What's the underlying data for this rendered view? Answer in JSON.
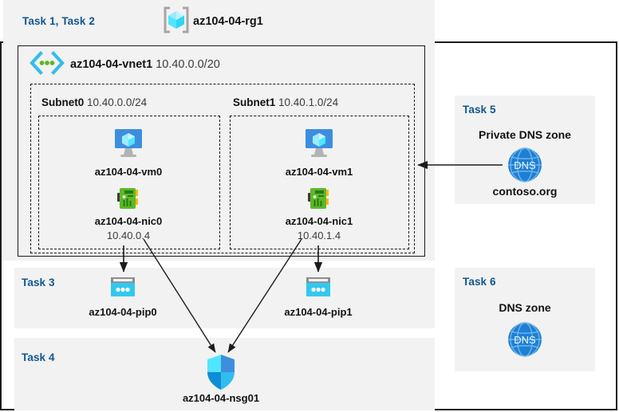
{
  "diagram": {
    "title_bar": {
      "task_label": "Task 1, Task 2",
      "resource_group_name": "az104-04-rg1",
      "resource_group_icon": "resource-group-cube-icon"
    },
    "vnet": {
      "icon": "virtual-network-icon",
      "name": "az104-04-vnet1",
      "address_space": "10.40.0.0/20"
    },
    "subnets": [
      {
        "name": "Subnet0",
        "address_prefix": "10.40.0.0/24",
        "vm": {
          "icon": "virtual-machine-icon",
          "name": "az104-04-vm0"
        },
        "nic": {
          "icon": "network-interface-icon",
          "name": "az104-04-nic0",
          "private_ip": "10.40.0.4"
        }
      },
      {
        "name": "Subnet1",
        "address_prefix": "10.40.1.0/24",
        "vm": {
          "icon": "virtual-machine-icon",
          "name": "az104-04-vm1"
        },
        "nic": {
          "icon": "network-interface-icon",
          "name": "az104-04-nic1",
          "private_ip": "10.40.1.4"
        }
      }
    ],
    "public_ips": {
      "task_label": "Task 3",
      "items": [
        {
          "icon": "public-ip-address-icon",
          "name": "az104-04-pip0"
        },
        {
          "icon": "public-ip-address-icon",
          "name": "az104-04-pip1"
        }
      ]
    },
    "nsg": {
      "task_label": "Task 4",
      "icon": "network-security-group-shield-icon",
      "name": "az104-04-nsg01"
    },
    "private_dns_zone": {
      "task_label": "Task 5",
      "heading": "Private DNS zone",
      "icon": "dns-globe-icon",
      "icon_text": "DNS",
      "zone_name": "contoso.org"
    },
    "dns_zone": {
      "task_label": "Task 6",
      "heading": "DNS zone",
      "icon": "dns-globe-icon",
      "icon_text": "DNS"
    },
    "colors": {
      "task_label": "#12578f",
      "panel_background": "#f2f2f2",
      "page_background": "#ffffff",
      "border": "#1b1b1b",
      "vm_icon": "#3e8ede",
      "nic_icon": "#5fb726",
      "pip_icon": "#32c8ef",
      "dns_icon": "#1f7fd4",
      "rg_icon": "#50e6ff",
      "vnet_icon": "#35c1f1",
      "nsg_icon": "#32bdef",
      "arrow": "#1b1b1b"
    }
  }
}
